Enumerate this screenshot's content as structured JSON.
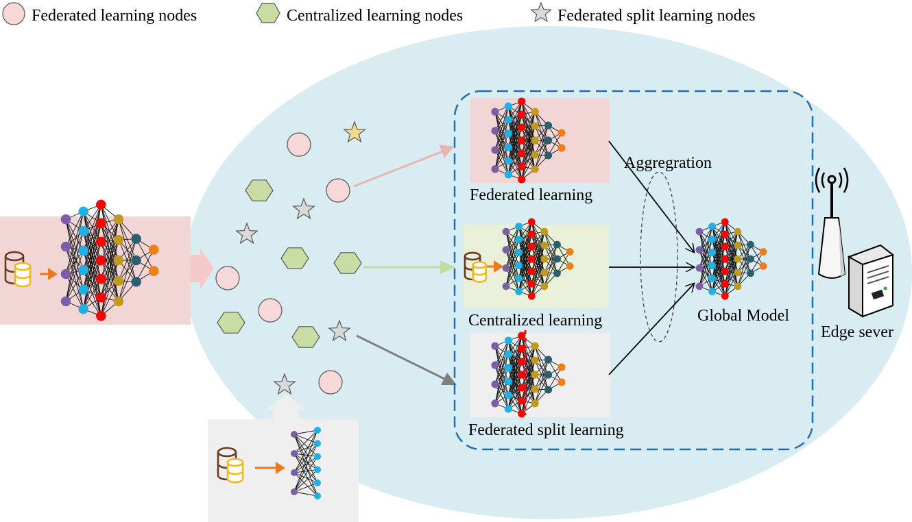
{
  "legend": {
    "federated_nodes": "Federated learning nodes",
    "centralized_nodes": "Centralized learning nodes",
    "split_nodes": "Federated split learning nodes"
  },
  "panels": {
    "federated_learning": "Federated learning",
    "centralized_learning": "Centralized learning",
    "federated_split_learning": "Federated split learning"
  },
  "labels": {
    "aggregation": "Aggregration",
    "global_model": "Global Model",
    "edge_server": "Edge sever"
  },
  "colors": {
    "ellipse_fill": "#d9ecf2",
    "federated_node": "#f6d8d8",
    "centralized_node": "#c8dca4",
    "split_node": "#d9d9d9",
    "highlight_star": "#f4d98a",
    "federated_panel": "#f2d6d6",
    "centralized_panel": "#e8f0da",
    "split_panel": "#efefef",
    "dashed_box": "#1f6fb0",
    "arrow_pink": "#e8b4b4",
    "arrow_green": "#c4dca0",
    "arrow_gray": "#7f7f7f",
    "orange_arrow": "#e97a1f",
    "neuron_purple": "#7b5ea7",
    "neuron_cyan": "#1fb0e6",
    "neuron_red": "#ff0000",
    "neuron_olive": "#c09a1f",
    "neuron_teal": "#2b5f6f",
    "neuron_orange": "#ef7d1a"
  },
  "icons": [
    "database-icon",
    "antenna-icon",
    "server-icon",
    "neural-network-icon"
  ]
}
